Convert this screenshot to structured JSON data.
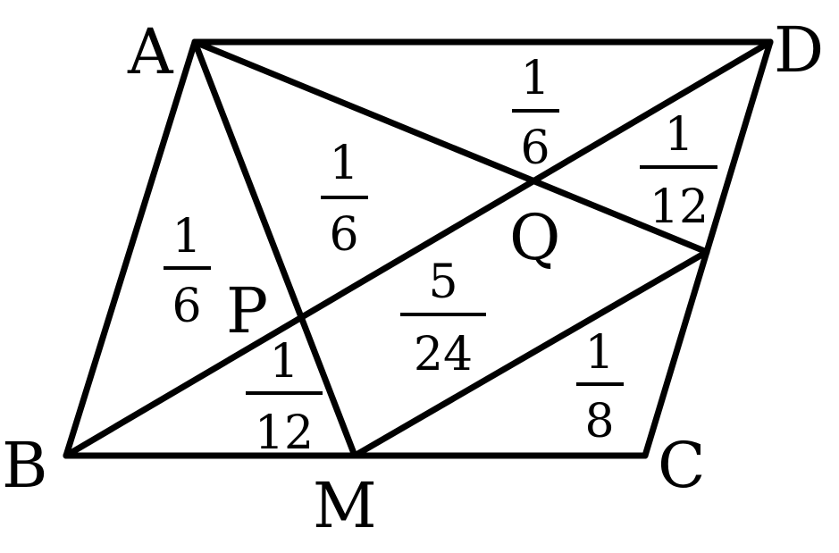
{
  "points": {
    "A": "A",
    "B": "B",
    "C": "C",
    "D": "D",
    "M": "M",
    "P": "P",
    "Q": "Q"
  },
  "areas": {
    "ABP": {
      "num": "1",
      "den": "6"
    },
    "APQ": {
      "num": "1",
      "den": "6"
    },
    "AQD": {
      "num": "1",
      "den": "6"
    },
    "DQE": {
      "num": "1",
      "den": "12"
    },
    "BPM": {
      "num": "1",
      "den": "12"
    },
    "PMEQ": {
      "num": "5",
      "den": "24"
    },
    "MCE": {
      "num": "1",
      "den": "8"
    }
  },
  "colors": {
    "stroke": "#000000",
    "background": "#ffffff"
  }
}
